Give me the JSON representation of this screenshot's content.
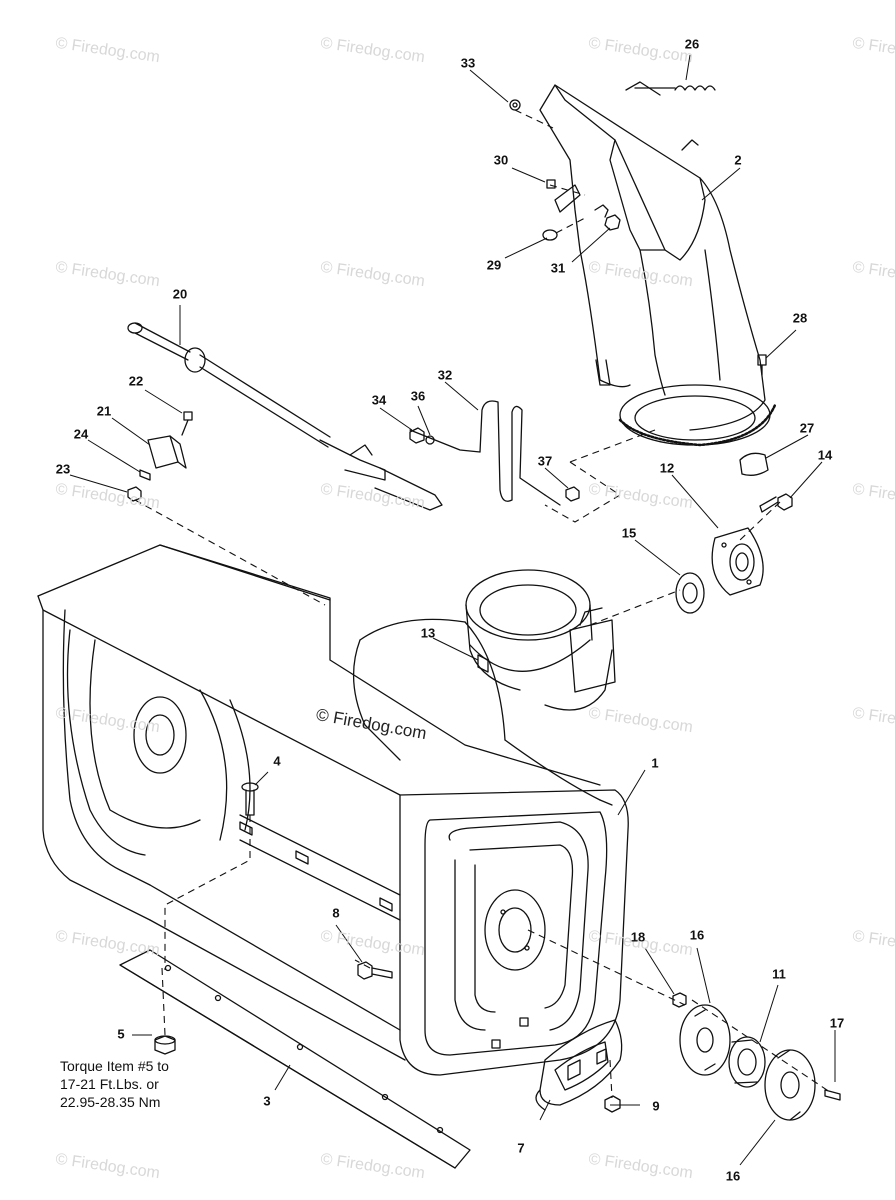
{
  "watermark": "© Firedog.com",
  "center_watermark": "© Firedog.com",
  "parts": [
    {
      "id": "p1",
      "label": "1"
    },
    {
      "id": "p2",
      "label": "2"
    },
    {
      "id": "p3",
      "label": "3"
    },
    {
      "id": "p4",
      "label": "4"
    },
    {
      "id": "p5",
      "label": "5"
    },
    {
      "id": "p7",
      "label": "7"
    },
    {
      "id": "p8",
      "label": "8"
    },
    {
      "id": "p9",
      "label": "9"
    },
    {
      "id": "p11",
      "label": "11"
    },
    {
      "id": "p12",
      "label": "12"
    },
    {
      "id": "p13",
      "label": "13"
    },
    {
      "id": "p14",
      "label": "14"
    },
    {
      "id": "p15",
      "label": "15"
    },
    {
      "id": "p16a",
      "label": "16"
    },
    {
      "id": "p16b",
      "label": "16"
    },
    {
      "id": "p17",
      "label": "17"
    },
    {
      "id": "p18",
      "label": "18"
    },
    {
      "id": "p20",
      "label": "20"
    },
    {
      "id": "p21",
      "label": "21"
    },
    {
      "id": "p22",
      "label": "22"
    },
    {
      "id": "p23",
      "label": "23"
    },
    {
      "id": "p24",
      "label": "24"
    },
    {
      "id": "p26",
      "label": "26"
    },
    {
      "id": "p27",
      "label": "27"
    },
    {
      "id": "p28",
      "label": "28"
    },
    {
      "id": "p29",
      "label": "29"
    },
    {
      "id": "p30",
      "label": "30"
    },
    {
      "id": "p31",
      "label": "31"
    },
    {
      "id": "p32",
      "label": "32"
    },
    {
      "id": "p33",
      "label": "33"
    },
    {
      "id": "p34",
      "label": "34"
    },
    {
      "id": "p36",
      "label": "36"
    },
    {
      "id": "p37",
      "label": "37"
    }
  ],
  "torque_note": {
    "line1": "Torque Item #5 to",
    "line2": "17-21 Ft.Lbs. or",
    "line3": "22.95-28.35 Nm"
  }
}
